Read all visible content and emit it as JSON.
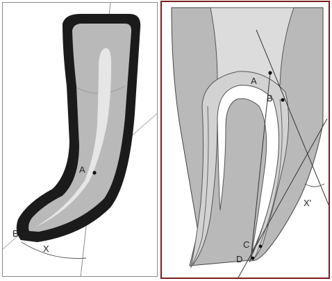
{
  "left_figure": {
    "labels": {
      "point_a": "A",
      "point_b": "B",
      "angle": "X"
    }
  },
  "right_figure": {
    "labels": {
      "point_a": "A",
      "point_b": "B",
      "point_c": "C",
      "point_d": "D",
      "angle": "X'"
    }
  },
  "colors": {
    "tooth_fill": "#b9b9b9",
    "root_wall": "#c9c9c9",
    "canal": "#e6e6e6",
    "outline_dark": "#1b1b1b",
    "panel_border_right": "#7a1e1e",
    "panel_border_left": "#8a8a8a"
  }
}
